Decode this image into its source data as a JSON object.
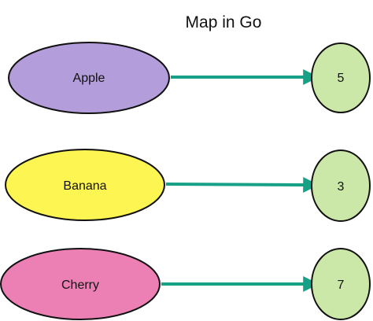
{
  "title": "Map in Go",
  "colors": {
    "arrow": "#16a085",
    "value_fill": "#cce8a8"
  },
  "entries": [
    {
      "key": "Apple",
      "value": "5",
      "key_color": "#b39ddb"
    },
    {
      "key": "Banana",
      "value": "3",
      "key_color": "#fdf552"
    },
    {
      "key": "Cherry",
      "value": "7",
      "key_color": "#ec80b5"
    }
  ]
}
